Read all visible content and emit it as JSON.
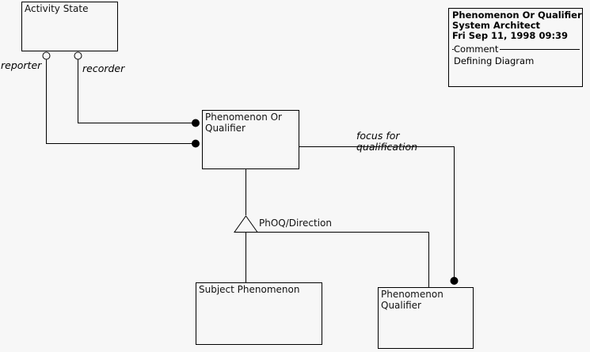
{
  "diagram": {
    "background_color": "#f7f7f7",
    "line_color": "#000000",
    "nodes": [
      {
        "id": "activity-state",
        "label": "Activity State"
      },
      {
        "id": "phenomenon-or-qualifier",
        "label": "Phenomenon Or\nQualifier"
      },
      {
        "id": "subject-phenomenon",
        "label": "Subject Phenomenon"
      },
      {
        "id": "phenomenon-qualifier",
        "label": "Phenomenon\nQualifier"
      }
    ],
    "role_labels": [
      {
        "id": "reporter",
        "text": "reporter"
      },
      {
        "id": "recorder",
        "text": "recorder"
      },
      {
        "id": "focus-for-qualification",
        "text": "focus for\nqualification"
      }
    ],
    "generalization_label": "PhOQ/Direction"
  },
  "title_block": {
    "title": "Phenomenon Or Qualifier",
    "author": "System Architect",
    "timestamp": "Fri Sep 11, 1998  09:39",
    "comment_legend": "Comment",
    "comment_text": "Defining Diagram"
  }
}
